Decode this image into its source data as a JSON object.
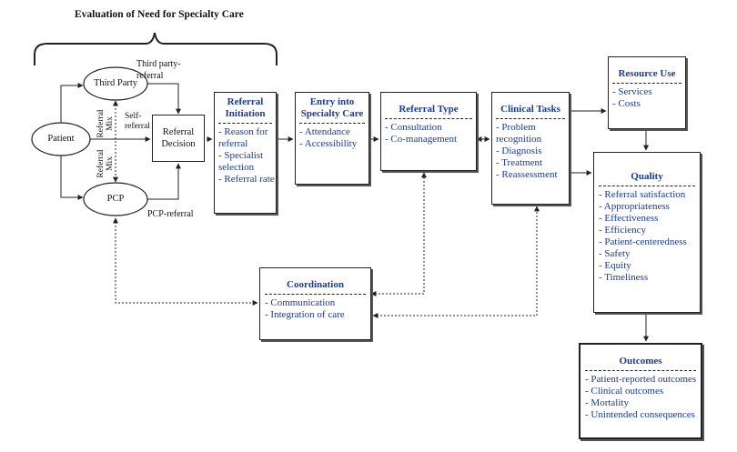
{
  "header": {
    "title": "Evaluation of Need for Specialty Care"
  },
  "nodes": {
    "patient": "Patient",
    "third_party": "Third Party",
    "pcp": "PCP",
    "referral_decision": "Referral Decision"
  },
  "edge_labels": {
    "third_party_referral": "Third party-referral",
    "self_referral": "Self-referral",
    "pcp_referral": "PCP-referral",
    "referral_mix_top": "Referral Mix",
    "referral_mix_bottom": "Referral Mix"
  },
  "boxes": {
    "referral_initiation": {
      "title": "Referral Initiation",
      "items": [
        "- Reason for referral",
        "- Specialist selection",
        "- Referral rate"
      ]
    },
    "entry_specialty_care": {
      "title": "Entry into Specialty Care",
      "items": [
        "- Attendance",
        "- Accessibility"
      ]
    },
    "referral_type": {
      "title": "Referral Type",
      "items": [
        "- Consultation",
        "- Co-management"
      ]
    },
    "clinical_tasks": {
      "title": "Clinical Tasks",
      "items": [
        "- Problem recognition",
        "- Diagnosis",
        "- Treatment",
        "- Reassessment"
      ]
    },
    "resource_use": {
      "title": "Resource Use",
      "items": [
        "- Services",
        "- Costs"
      ]
    },
    "quality": {
      "title": "Quality",
      "items": [
        "- Referral satisfaction",
        "- Appropriateness",
        "- Effectiveness",
        "- Efficiency",
        "- Patient-centeredness",
        "- Safety",
        "- Equity",
        "- Timeliness"
      ]
    },
    "coordination": {
      "title": "Coordination",
      "items": [
        "- Communication",
        "- Integration of care"
      ]
    },
    "outcomes": {
      "title": "Outcomes",
      "items": [
        "- Patient-reported outcomes",
        "- Clinical outcomes",
        "- Mortality",
        "- Unintended consequences"
      ]
    }
  },
  "colors": {
    "accent_text": "#1a3a9a",
    "line": "#222222",
    "shadow": "#555555"
  }
}
